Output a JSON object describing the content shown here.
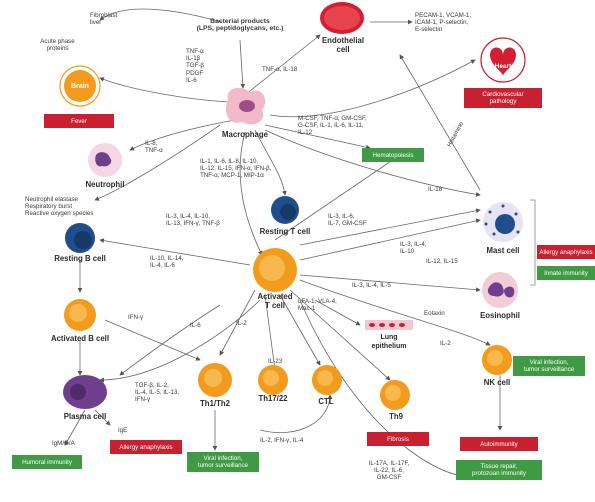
{
  "labels": {
    "bacterial": "Bacterial products\n(LPS, peptidoglycans, etc.)",
    "fibroblast": "Fibroblast\nliver",
    "acute_phase": "Acute phase\nproteins",
    "brain_cytokines": "TNF-α\nIL-1β\nTGF-β\nPDGF\nIL-6",
    "tnf_il18": "TNF-α, IL-18",
    "adhesion": "PECAM-1, VCAM-1,\nICAM-1, P-selectin,\nE-selectin",
    "il8_tnf": "IL-8,\nTNF-α",
    "neutrophil_products": "Neutrophil elastase\nRespiratory burst\nReactive oxygen species",
    "mcsf": "M-CSF, TNF-α, GM-CSF,\nG-CSF, IL-1, IL-6, IL-11,\nIL-12",
    "histamine": "Histamine",
    "il1_list": "IL-1, IL-6, IL-8, IL-10,\nIL-12, IL-15, IFN-α, IFN-β,\nTNF-α, MCP-1, MIP-1α",
    "il18": "IL-18",
    "il3_list": "IL-3, IL-4, IL-10,\nIL-13, IFN-γ, TNF-β",
    "il3_il6": "IL-3, IL-6,\nIL-7, GM-CSF",
    "il3_il4_il10": "IL-3, IL-4,\nIL-10",
    "il12_15": "IL-12, IL-15",
    "il10_14": "IL-10, IL-14,\nIL-4, IL-6",
    "il3_4_5": "IL-3, IL-4, IL-5",
    "lfa": "LFA-1, VLA-4,\nMac-1",
    "eotaxin": "Eotaxin",
    "ifng": "IFN-γ",
    "il6": "IL-6",
    "il2a": "IL-2",
    "il2b": "IL-2",
    "il23": "IL-23",
    "tgfb": "TGF-β, IL-2,\nIL-4, IL-5, IL-13,\nIFN-γ",
    "igm": "IgM/G/A",
    "ige": "IgE",
    "il2_ifng_il4": "IL-2, IFN-γ, IL-4",
    "il17": "IL-17A, IL-17F,\nIL-22, IL-6,\nGM-CSF"
  },
  "nodes": {
    "endothelial": "Endothelial\ncell",
    "brain": "Brain",
    "heart": "Heart",
    "macrophage": "Macrophage",
    "neutrophil": "Neutrophil",
    "resting_t": "Resting T cell",
    "mast": "Mast cell",
    "resting_b": "Resting B cell",
    "activated_t": "Activated\nT cell",
    "eosinophil": "Eosinophil",
    "lung": "Lung\nepithelium",
    "activated_b": "Activated B cell",
    "nk": "NK cell",
    "plasma": "Plasma cell",
    "th1th2": "Th1/Th2",
    "th1722": "Th17/22",
    "ctl": "CTL",
    "th9": "Th9"
  },
  "boxes": {
    "fever": "Fever",
    "cardio": "Cardiovascular\npathology",
    "hematopoiesis": "Hematopoiesis",
    "allergy_right": "Allergy anaphylaxis",
    "innate": "Innate immunity",
    "viral_nk": "Viral infection,\ntumor surveillance",
    "fibrosis": "Fibrosis",
    "autoimmunity": "Autoimmunity",
    "tissue_repair": "Tissue repair,\nprotozoan immunity",
    "humoral": "Humoral immunity",
    "allergy_left": "Allergy anaphylaxis",
    "viral_th": "Viral infection,\ntumor surveillance"
  },
  "colors": {
    "red": "#c8202f",
    "green": "#3f9a43",
    "orange": "#f39b1c",
    "navy": "#1f4e8c",
    "purple": "#6f3f8e"
  }
}
